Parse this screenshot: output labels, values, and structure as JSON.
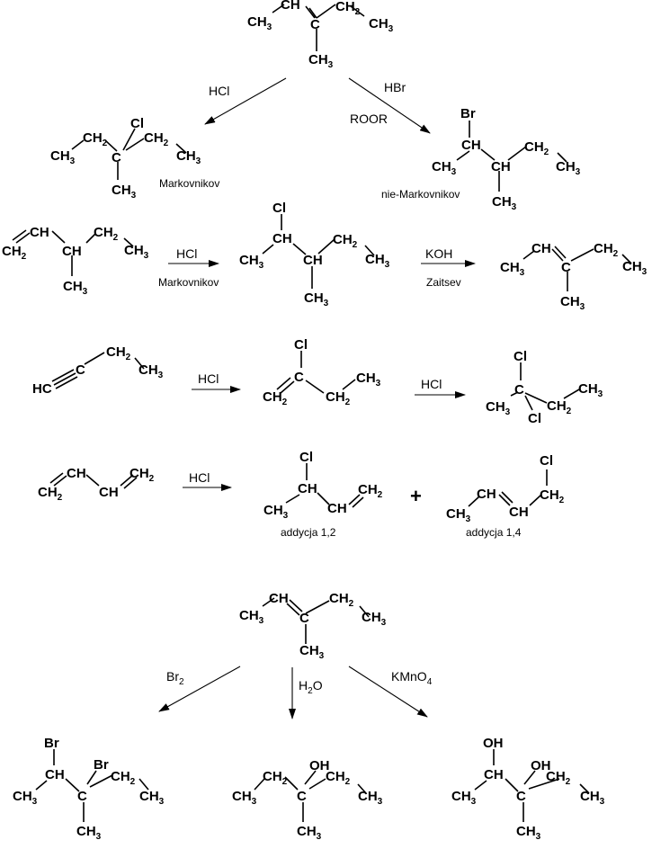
{
  "atoms": {
    "ch": "CH",
    "c": "C",
    "ch2": "CH",
    "ch3": "CH",
    "sub2": "2",
    "sub3": "3",
    "hc": "HC",
    "cl": "Cl",
    "br": "Br",
    "oh": "OH"
  },
  "reagents": {
    "hcl": "HCl",
    "hbr": "HBr",
    "roor": "ROOR",
    "koh": "KOH",
    "br2": "Br",
    "br2_sub": "2",
    "h2o_h": "H",
    "h2o_sub": "2",
    "h2o_o": "O",
    "kmno4": "KMnO",
    "kmno4_sub": "4"
  },
  "notes": {
    "markovnikov": "Markovnikov",
    "anti_markovnikov": "nie-Markovnikov",
    "zaitsev": "Zaitsev",
    "addition_12": "addycja 1,2",
    "addition_14": "addycja 1,4",
    "plus": "+"
  }
}
